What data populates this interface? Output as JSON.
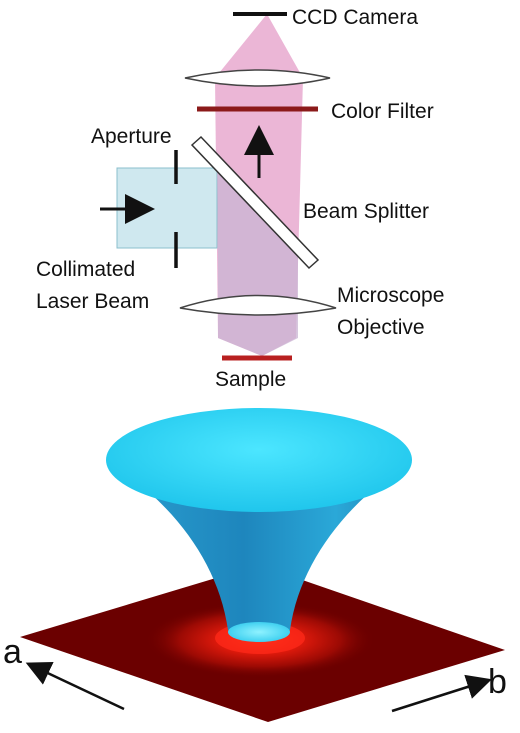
{
  "labels": {
    "ccd_camera": "CCD Camera",
    "color_filter": "Color Filter",
    "aperture": "Aperture",
    "beam_splitter": "Beam Splitter",
    "collimated_line1": "Collimated",
    "collimated_line2": "Laser Beam",
    "objective_line1": "Microscope",
    "objective_line2": "Objective",
    "sample": "Sample"
  },
  "axes": {
    "a": "a",
    "b": "b"
  },
  "colors": {
    "emission_beam": "#e7a9cf",
    "laser_beam": "#cfe8ef",
    "filter": "#8b1a1a",
    "sample": "#b82020",
    "cone_rim": "#39d6f2",
    "cone_body": "#1f8fc4",
    "plane": "#6b0000",
    "hotspot": "#ff2a1a"
  }
}
